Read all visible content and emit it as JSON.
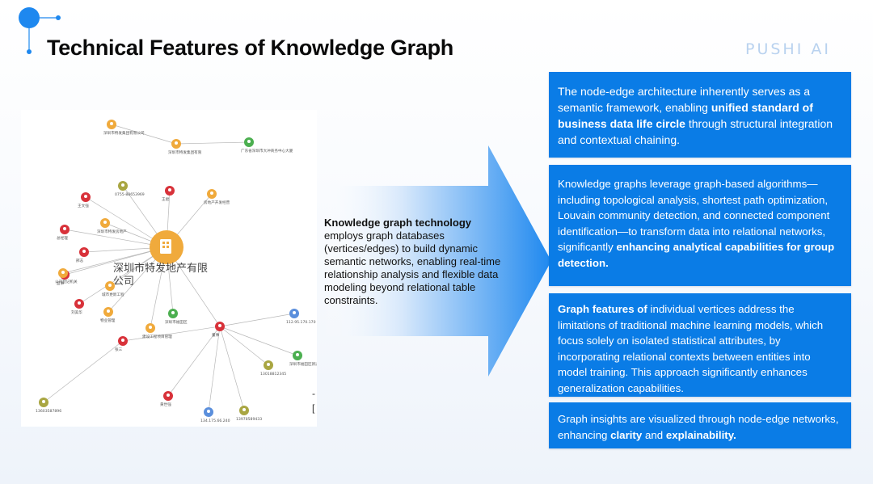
{
  "header": {
    "title": "Technical Features of Knowledge Graph",
    "brand": "PUSHI AI"
  },
  "colors": {
    "card_blue": "#0a7ce6",
    "accent_blue": "#1e88ef",
    "brand_light": "#b9d2ef",
    "node_orange": "#f0aa3c",
    "node_red": "#d8323a",
    "node_green": "#4caf50",
    "node_olive": "#a9a642",
    "node_blue": "#5b8fdc"
  },
  "graph": {
    "center_label_line1": "深圳市特发地产有限",
    "center_label_line2": "公司",
    "stray_text_1": "-",
    "stray_text_2": "[",
    "nodes": [
      {
        "label": "深圳市特发集团有限公司",
        "kind": "orange"
      },
      {
        "label": "深圳市特发集团有限",
        "kind": "orange"
      },
      {
        "label": "广东省深圳市大冲商务中心大厦",
        "kind": "green"
      },
      {
        "label": "0755-88653969",
        "kind": "olive"
      },
      {
        "label": "王文强",
        "kind": "red"
      },
      {
        "label": "王君",
        "kind": "red"
      },
      {
        "label": "房地产开发经营",
        "kind": "orange"
      },
      {
        "label": "深圳市特发房地产",
        "kind": "orange"
      },
      {
        "label": "总经理",
        "kind": "red"
      },
      {
        "label": "邢志",
        "kind": "red"
      },
      {
        "label": "监事",
        "kind": "red"
      },
      {
        "label": "公司登记机关",
        "kind": "orange"
      },
      {
        "label": "城市更新工程",
        "kind": "orange"
      },
      {
        "label": "刘美华",
        "kind": "red"
      },
      {
        "label": "物业管理",
        "kind": "orange"
      },
      {
        "label": "深圳市福田区",
        "kind": "green"
      },
      {
        "label": "建设工程项目管理",
        "kind": "orange"
      },
      {
        "label": "张三",
        "kind": "red"
      },
      {
        "label": "董事",
        "kind": "red"
      },
      {
        "label": "112.95.170.170",
        "kind": "blue"
      },
      {
        "label": "深圳市福田区新洲路",
        "kind": "green"
      },
      {
        "label": "13018812345",
        "kind": "olive"
      },
      {
        "label": "13978589433",
        "kind": "olive"
      },
      {
        "label": "134.175.66.240",
        "kind": "blue"
      },
      {
        "label": "黄世强",
        "kind": "red"
      },
      {
        "label": "13603587896",
        "kind": "olive"
      }
    ]
  },
  "arrow_text": {
    "bold": "Knowledge graph technology",
    "rest": " employs graph databases (vertices/edges) to build dynamic semantic networks, enabling real-time relationship analysis and flexible data modeling beyond relational table constraints."
  },
  "cards": [
    {
      "t1": "The node-edge architecture inherently serves as a semantic framework, enabling ",
      "b1": "unified standard of business data life circle",
      "t2": " through structural integration and contextual chaining."
    },
    {
      "t1": "Knowledge graphs leverage graph-based algorithms—including topological analysis, shortest path optimization, Louvain community detection, and connected component identification—to transform data into relational networks, significantly ",
      "b1": "enhancing analytical capabilities for  group  detection."
    },
    {
      "b1": "Graph features of",
      "t1": " individual vertices address the limitations of traditional machine learning models, which focus solely on isolated statistical attributes, by incorporating relational contexts between entities into model training. This approach significantly enhances generalization capabilities."
    },
    {
      "t1": "Graph insights are visualized through node-edge networks, enhancing ",
      "b1": "clarity",
      "t2": " and ",
      "b2": "explainability."
    }
  ]
}
